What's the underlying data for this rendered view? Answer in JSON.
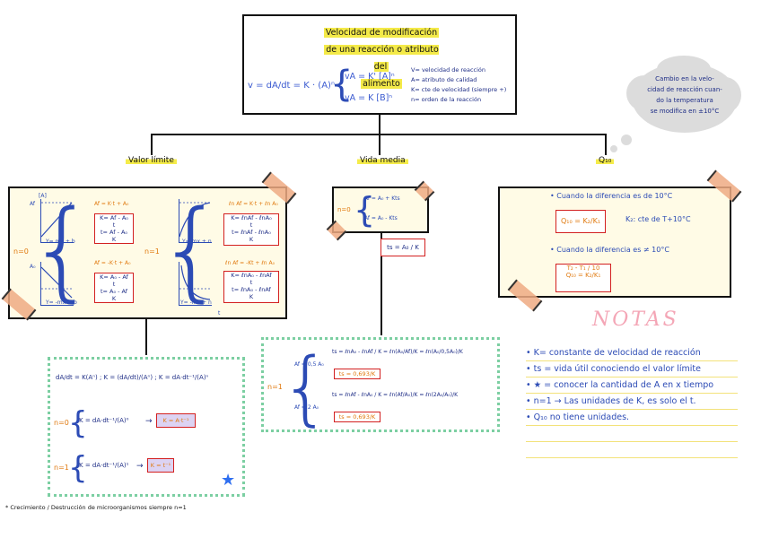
{
  "header": {
    "title_line1": "Velocidad de modificación",
    "title_line2": "de una reacción o atributo del",
    "title_line3": "alimento",
    "main_equation": "v = dA/dt = K · (A)ⁿ",
    "eq_a": "vA = K' [A]ⁿ",
    "eq_b": "vA = K [B]ⁿ",
    "legend": [
      "V= velocidad de reacción",
      "A= atributo de calidad",
      "K= cte de velocidad (siempre +)",
      "n= orden de la reacción"
    ]
  },
  "cloud": {
    "text_line1": "Cambio en la velo-",
    "text_line2": "cidad de reacción cuan-",
    "text_line3": "do la temperatura",
    "text_line4": "se modifica en ±10°C"
  },
  "branches": {
    "valor_limite": "Valor límite",
    "vida_media": "Vida media",
    "q10": "Q₁₀"
  },
  "valor_limite": {
    "n0_label": "n=0",
    "n1_label": "n=1",
    "eq_n0_up": "Af = K·t + A₀",
    "box_n0_up_num": "K= Af - A₀",
    "box_n0_up_den": "t",
    "box_n0_up2_num": "t= Af - A₀",
    "box_n0_up2_den": "K",
    "eq_n0_down": "Af = -K·t + A₀",
    "box_n0_down_num": "K= A₀ - Af",
    "box_n0_down_den": "t",
    "box_n0_down2_num": "t= A₀ - Af",
    "box_n0_down2_den": "K",
    "eq_n1_up": "ℓn Af = K·t + ℓn A₀",
    "box_n1_up_num": "K= ℓnAf - ℓnA₀",
    "box_n1_up_den": "t",
    "box_n1_up2_num": "t= ℓnAf - ℓnA₀",
    "box_n1_up2_den": "K",
    "eq_n1_down": "ℓn Af = -Kt + ℓn A₀",
    "box_n1_down_num": "K= ℓnA₀ - ℓnAf",
    "box_n1_down_den": "t",
    "box_n1_down2_num": "t= ℓnA₀ - ℓnAf",
    "box_n1_down2_den": "K",
    "graph_label_a": "Y= mx + b",
    "graph_label_b": "Y= -mx + b",
    "graph_label_c": "Y= mx + n",
    "graph_label_d": "Y= -mx + n",
    "axis_A": "[A]",
    "axis_Af": "Af",
    "axis_A0": "A₀",
    "axis_t": "t"
  },
  "vida_media": {
    "n0_label": "n=0",
    "eq1": "Af = A₀ + Kts",
    "eq2": "Af = A₀ - Kts",
    "ts_formula": "ts = A₀ / K"
  },
  "q10": {
    "bullet1": "• Cuando la diferencia es de 10°C",
    "formula1": "Q₁₀ = K₂/K₁",
    "k2_note": "K₂: cte de T+10°C",
    "bullet2": "• Cuando la diferencia es ≠ 10°C",
    "formula2_exp": "T₂ - T₁ / 10",
    "formula2": "Q₁₀ = K₂/K₁"
  },
  "derivation": {
    "line1": "dA/dt = K(Aⁿ) ; K = (dA/dt)/(Aⁿ) ; K = dA·dt⁻¹/(A)ⁿ",
    "n0": "n=0",
    "n0_eq": "K = dA·dt⁻¹/(A)⁰",
    "n0_result": "K = A·t⁻¹",
    "n1": "n=1",
    "n1_eq": "K = dA·dt⁻¹/(A)¹",
    "n1_result": "K = t⁻¹",
    "footnote": "* Crecimiento / Destrucción de microorganismos siempre n=1"
  },
  "half_life_n1": {
    "n1": "n=1",
    "af_05": "Af = 0,5 A₀",
    "af_05_eq": "ts = ℓnA₀ - ℓnAf / K = ℓn(A₀/Af)/K = ℓn(A₀/0,5A₀)/K",
    "af_05_result": "ts = 0,693/K",
    "af_2": "Af = 2 A₀",
    "af_2_eq": "ts = ℓnAf - ℓnA₀ / K = ℓn(Af/A₀)/K = ℓn(2A₀/A₀)/K",
    "af_2_result": "ts = 0,693/K"
  },
  "notas": {
    "title": "NOTAS",
    "items": [
      "• K= constante de velocidad de reacción",
      "• ts = vida útil  conociendo el valor límite",
      "• ★ = conocer la cantidad de A en x tiempo",
      "• n=1 → Las unidades de K, es solo el t.",
      "• Q₁₀ no tiene unidades."
    ]
  },
  "colors": {
    "highlight": "#f4ea48",
    "blue_ink": "#2c4bb5",
    "orange_ink": "#e07a10",
    "red_box": "#d32020",
    "green_dots": "#7ccfa2",
    "panel_bg": "#fffbe6"
  }
}
